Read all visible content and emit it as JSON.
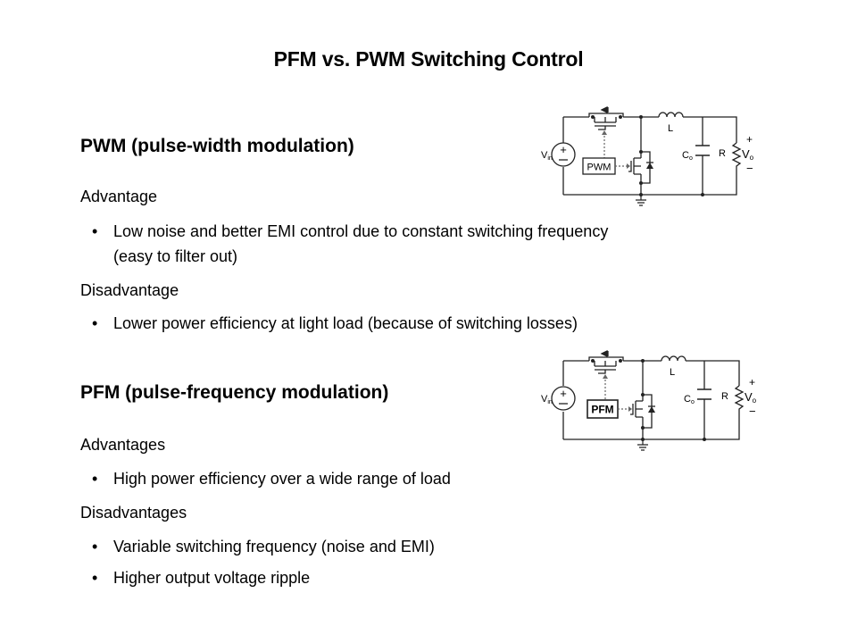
{
  "title": "PFM vs. PWM Switching Control",
  "pwm": {
    "heading": "PWM (pulse-width modulation)",
    "advantage_label": "Advantage",
    "advantages": [
      {
        "line1": "Low noise and better EMI  control due to constant switching frequency",
        "line2": "(easy to filter out)"
      }
    ],
    "disadvantage_label": "Disadvantage",
    "disadvantages": [
      "Lower power efficiency at light load (because of switching losses)"
    ],
    "circuit": {
      "controller_label": "PWM",
      "vin_label": "V",
      "vin_sub": "in",
      "inductor_label": "L",
      "capacitor_label": "C",
      "capacitor_sub": "o",
      "resistor_label": "R",
      "vout_label": "V",
      "vout_sub": "o",
      "plus": "+",
      "minus": "−"
    }
  },
  "pfm": {
    "heading": "PFM (pulse-frequency modulation)",
    "advantage_label": "Advantages",
    "advantages": [
      "High power efficiency over a wide range of load"
    ],
    "disadvantage_label": "Disadvantages",
    "disadvantages": [
      "Variable switching frequency (noise and EMI)",
      "Higher output voltage ripple"
    ],
    "circuit": {
      "controller_label": "PFM",
      "vin_label": "V",
      "vin_sub": "in",
      "inductor_label": "L",
      "capacitor_label": "C",
      "capacitor_sub": "o",
      "resistor_label": "R",
      "vout_label": "V",
      "vout_sub": "o",
      "plus": "+",
      "minus": "−"
    }
  },
  "bullet_glyph": "•"
}
